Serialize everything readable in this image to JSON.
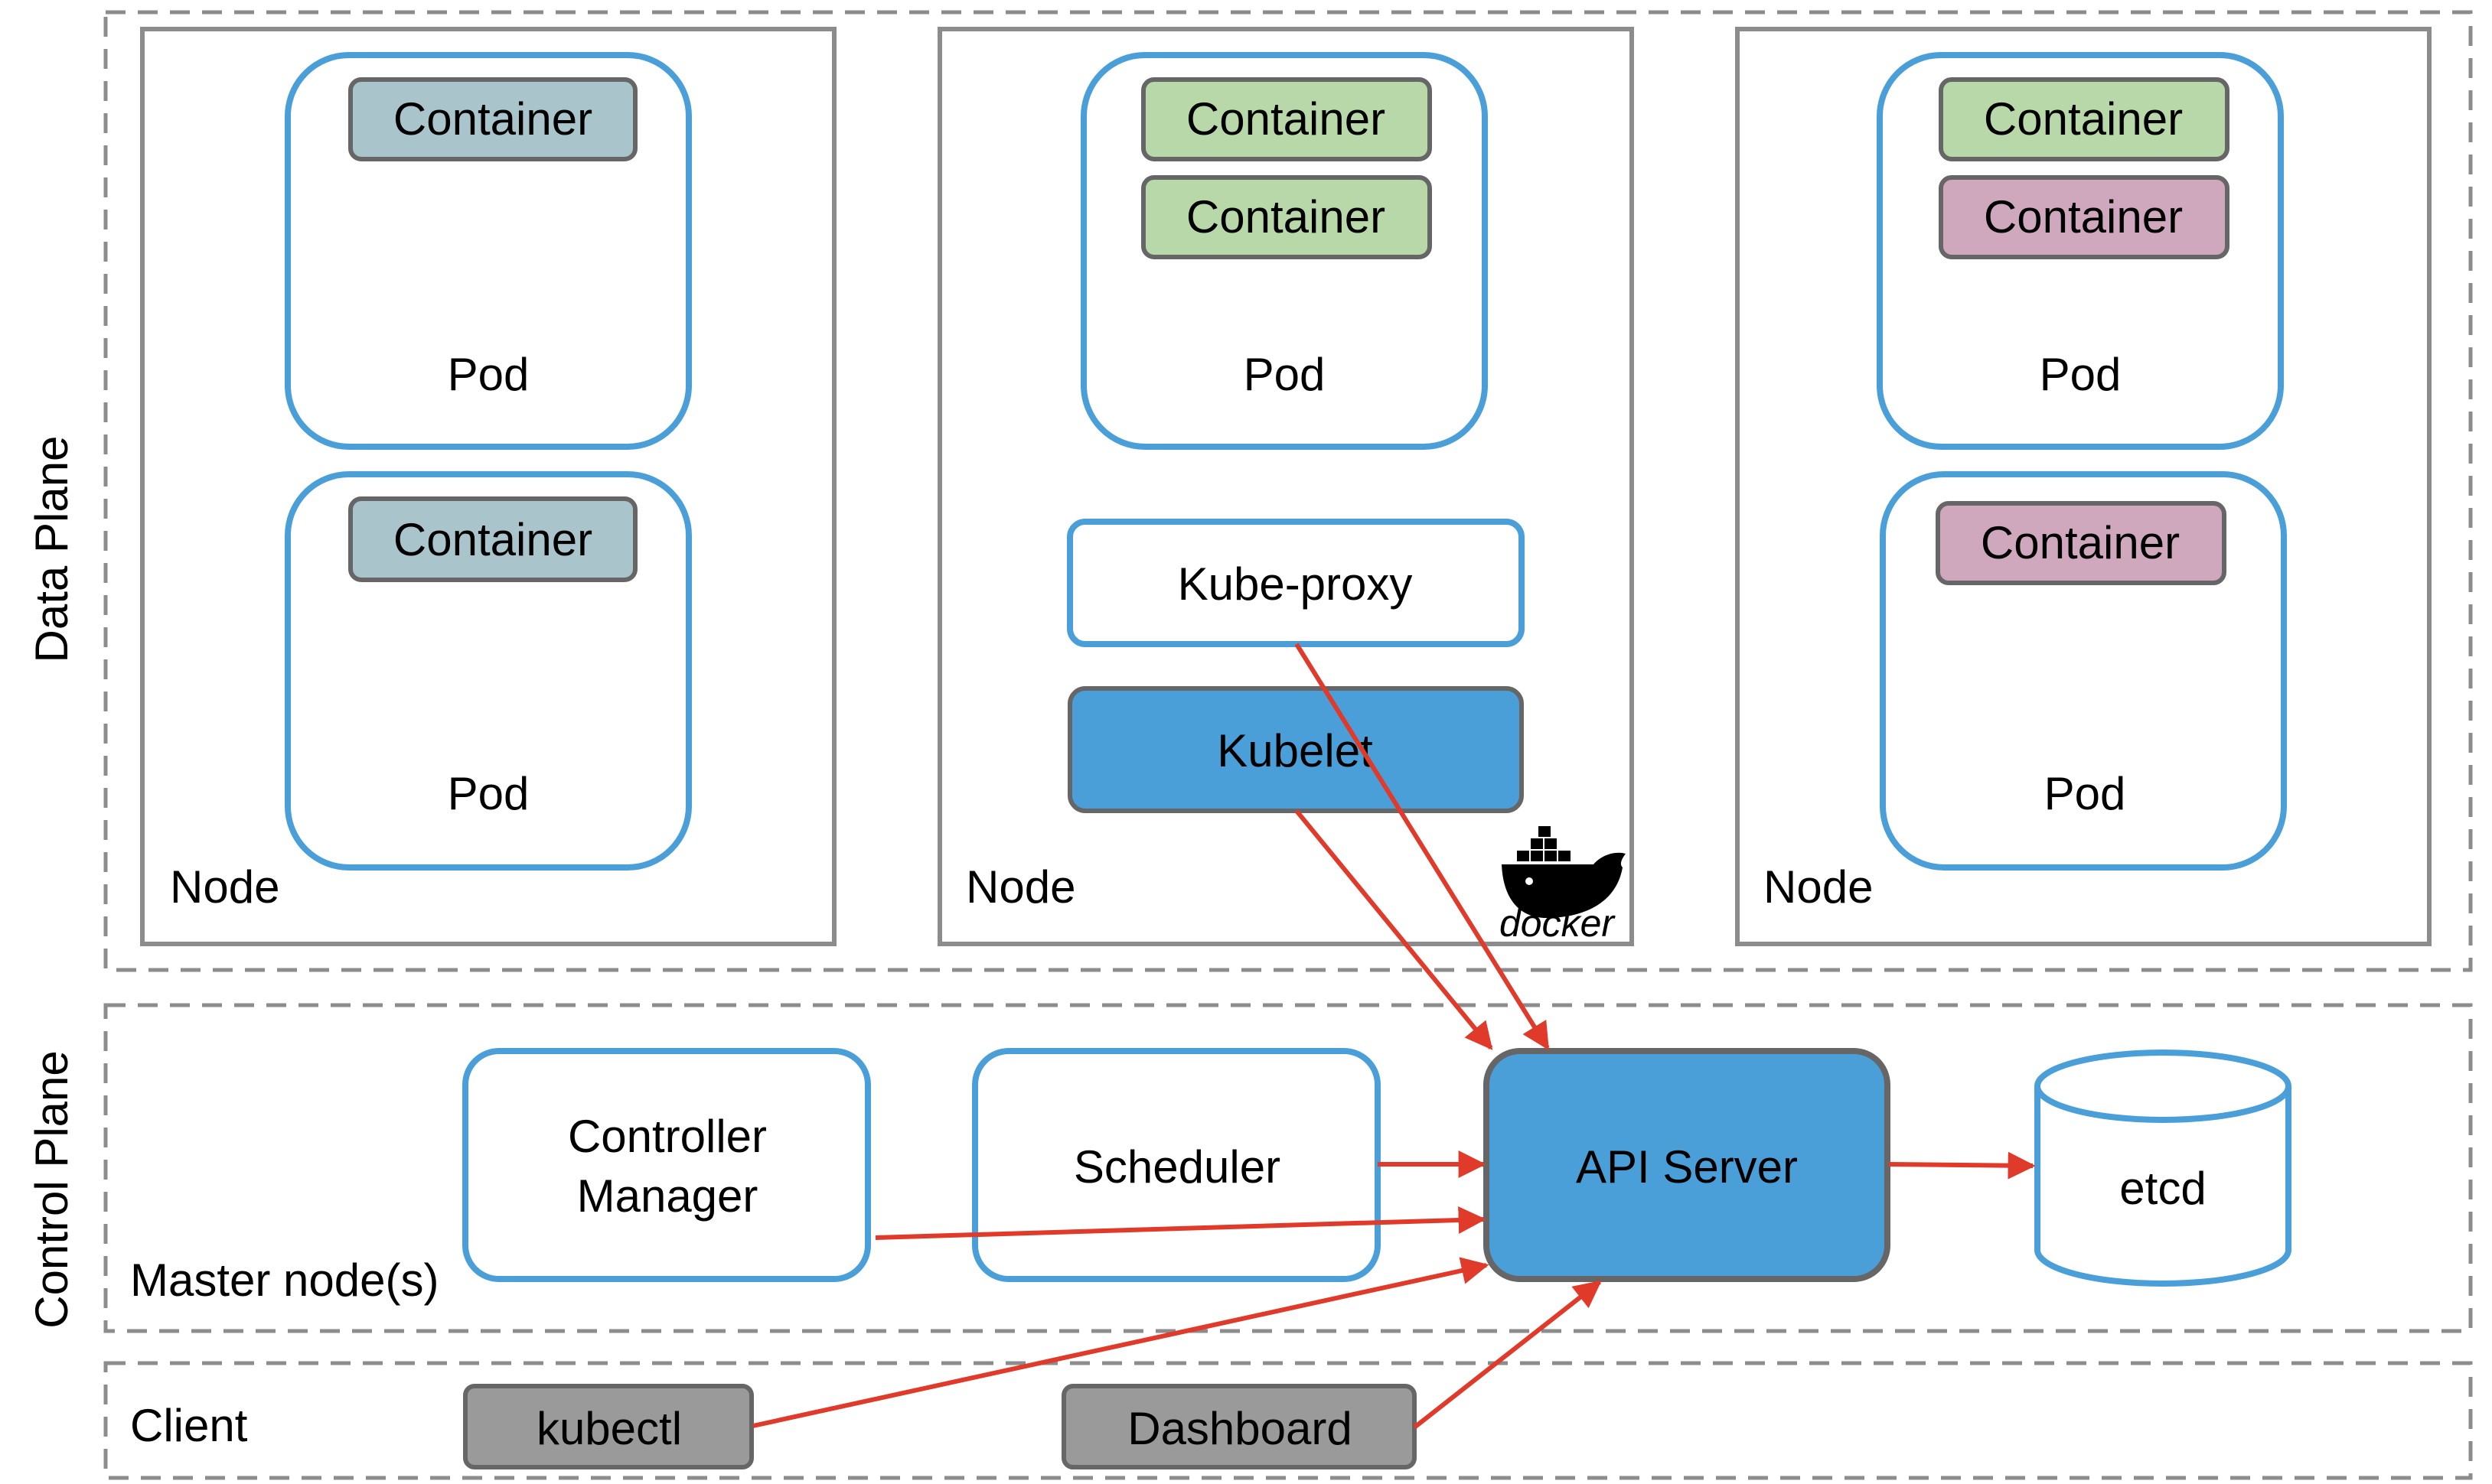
{
  "planes": {
    "data_plane": "Data Plane",
    "control_plane": "Control Plane"
  },
  "nodes": [
    {
      "label": "Node",
      "pods": [
        {
          "label": "Pod",
          "containers": [
            {
              "label": "Container",
              "color": "#a9c4ca"
            }
          ]
        },
        {
          "label": "Pod",
          "containers": [
            {
              "label": "Container",
              "color": "#a9c4ca"
            }
          ]
        }
      ]
    },
    {
      "label": "Node",
      "pods": [
        {
          "label": "Pod",
          "containers": [
            {
              "label": "Container",
              "color": "#b8d8a9"
            },
            {
              "label": "Container",
              "color": "#b8d8a9"
            }
          ]
        }
      ],
      "kube_proxy": "Kube-proxy",
      "kubelet": "Kubelet",
      "docker_logo": "docker"
    },
    {
      "label": "Node",
      "pods": [
        {
          "label": "Pod",
          "containers": [
            {
              "label": "Container",
              "color": "#b8d8a9"
            },
            {
              "label": "Container",
              "color": "#cfa8be"
            }
          ]
        },
        {
          "label": "Pod",
          "containers": [
            {
              "label": "Container",
              "color": "#cfa8be"
            }
          ]
        }
      ]
    }
  ],
  "control_plane": {
    "region_label": "Master node(s)",
    "controller_manager": {
      "line1": "Controller",
      "line2": "Manager"
    },
    "scheduler": "Scheduler",
    "api_server": "API Server",
    "etcd": "etcd"
  },
  "client": {
    "region_label": "Client",
    "kubectl": "kubectl",
    "dashboard": "Dashboard"
  },
  "colors": {
    "pod_border": "#4a9fd8",
    "accent_blue": "#4a9fd8",
    "arrow_red": "#e03a2a",
    "gray_button": "#9a9a9a",
    "dashed_border": "#8c8c8c"
  }
}
